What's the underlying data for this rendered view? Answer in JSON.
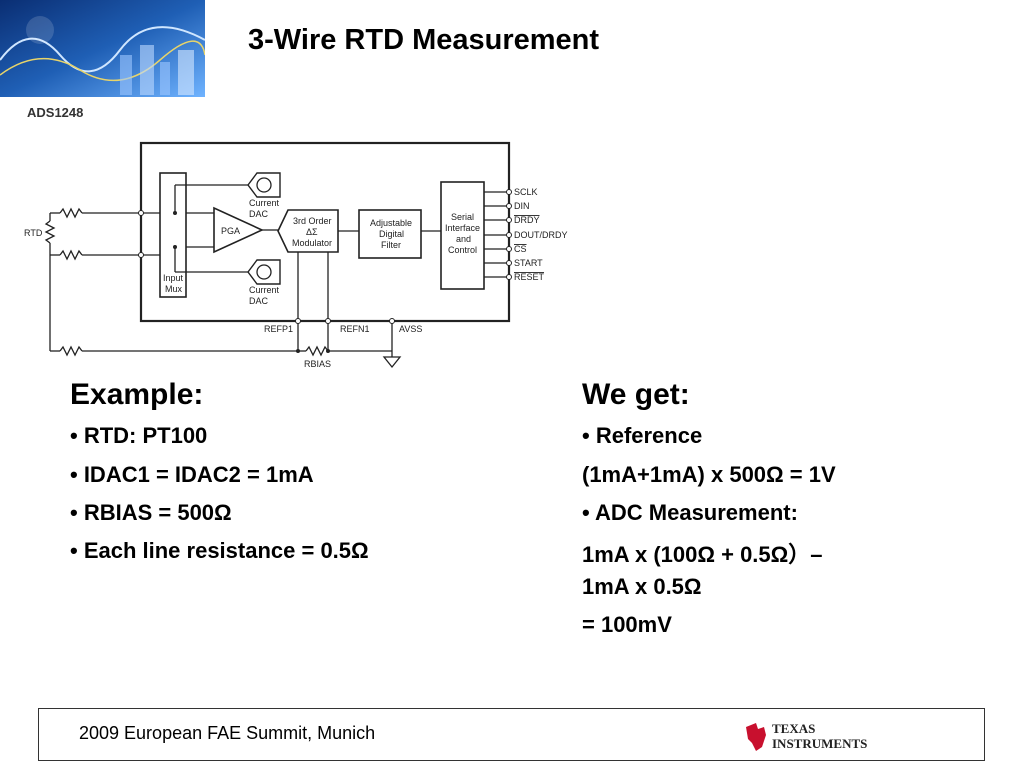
{
  "slide": {
    "title": "3-Wire RTD Measurement",
    "chip_label": "ADS1248"
  },
  "diagram": {
    "rtd": "RTD",
    "current_dac": [
      "Current",
      "DAC"
    ],
    "pga": "PGA",
    "modulator": [
      "3rd Order",
      "ΔΣ",
      "Modulator"
    ],
    "filter": [
      "Adjustable",
      "Digital",
      "Filter"
    ],
    "serial": [
      "Serial",
      "Interface",
      "and",
      "Control"
    ],
    "input_mux": [
      "Input",
      "Mux"
    ],
    "pins": [
      "SCLK",
      "DIN",
      "DRDY",
      "DOUT/DRDY",
      "CS",
      "START",
      "RESET"
    ],
    "refp": "REFP1",
    "refn": "REFN1",
    "avss": "AVSS",
    "rbias": "RBIAS"
  },
  "example": {
    "heading": "Example:",
    "items": [
      "• RTD: PT100",
      "• IDAC1 = IDAC2 = 1mA",
      "• RBIAS = 500Ω",
      "• Each line resistance = 0.5Ω"
    ]
  },
  "result": {
    "heading": "We get:",
    "lines": [
      "• Reference",
      "(1mA+1mA) x 500Ω = 1V",
      "• ADC Measurement:",
      "1mA x (100Ω + 0.5Ω）–",
      "1mA x 0.5Ω",
      "= 100mV"
    ]
  },
  "footer": {
    "text": "2009 European FAE Summit, Munich",
    "logo_line1": "TEXAS",
    "logo_line2": "INSTRUMENTS"
  }
}
